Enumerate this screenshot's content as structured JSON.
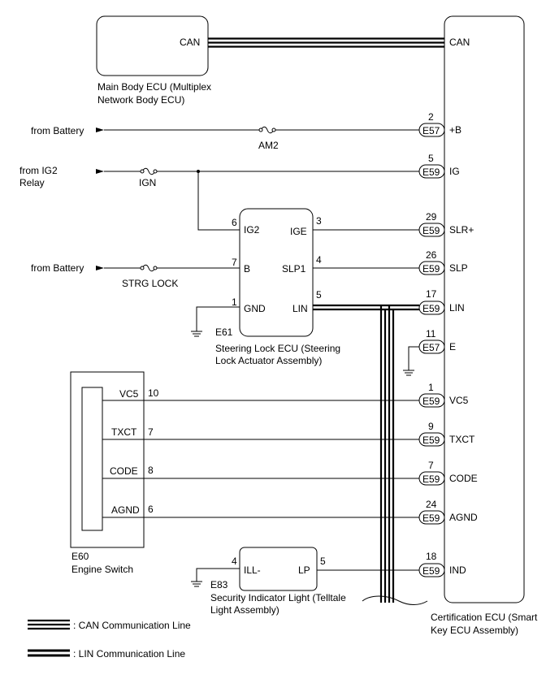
{
  "main_body_ecu": {
    "pin": "CAN",
    "name_line1": "Main Body ECU (Multiplex",
    "name_line2": "Network Body ECU)"
  },
  "certification_ecu": {
    "name_line1": "Certification ECU (Smart",
    "name_line2": "Key ECU Assembly)",
    "can_pin": "CAN",
    "pins": [
      {
        "num": "2",
        "conn": "E57",
        "label": "+B"
      },
      {
        "num": "5",
        "conn": "E59",
        "label": "IG"
      },
      {
        "num": "29",
        "conn": "E59",
        "label": "SLR+"
      },
      {
        "num": "26",
        "conn": "E59",
        "label": "SLP"
      },
      {
        "num": "17",
        "conn": "E59",
        "label": "LIN"
      },
      {
        "num": "11",
        "conn": "E57",
        "label": "E"
      },
      {
        "num": "1",
        "conn": "E59",
        "label": "VC5"
      },
      {
        "num": "9",
        "conn": "E59",
        "label": "TXCT"
      },
      {
        "num": "7",
        "conn": "E59",
        "label": "CODE"
      },
      {
        "num": "24",
        "conn": "E59",
        "label": "AGND"
      },
      {
        "num": "18",
        "conn": "E59",
        "label": "IND"
      }
    ]
  },
  "sources": {
    "battery1": "from Battery",
    "ig2_line1": "from IG2",
    "ig2_line2": "Relay",
    "battery2": "from Battery"
  },
  "fuses": {
    "am2": "AM2",
    "ign": "IGN",
    "strg_lock": "STRG LOCK"
  },
  "steering_lock_ecu": {
    "code": "E61",
    "name_line1": "Steering Lock ECU (Steering",
    "name_line2": "Lock Actuator Assembly)",
    "left_pins": [
      {
        "num": "6",
        "label": "IG2"
      },
      {
        "num": "7",
        "label": "B"
      },
      {
        "num": "1",
        "label": "GND"
      }
    ],
    "right_pins": [
      {
        "num": "3",
        "label": "IGE"
      },
      {
        "num": "4",
        "label": "SLP1"
      },
      {
        "num": "5",
        "label": "LIN"
      }
    ]
  },
  "engine_switch": {
    "code": "E60",
    "name": "Engine Switch",
    "pins": [
      {
        "num": "10",
        "label": "VC5"
      },
      {
        "num": "7",
        "label": "TXCT"
      },
      {
        "num": "8",
        "label": "CODE"
      },
      {
        "num": "6",
        "label": "AGND"
      }
    ]
  },
  "security_light": {
    "code": "E83",
    "name_line1": "Security Indicator Light (Telltale",
    "name_line2": "Light Assembly)",
    "left_pin": {
      "num": "4",
      "label": "ILL-"
    },
    "right_pin": {
      "num": "5",
      "label": "LP"
    }
  },
  "legend": {
    "can": ": CAN Communication Line",
    "lin": ": LIN Communication Line"
  }
}
